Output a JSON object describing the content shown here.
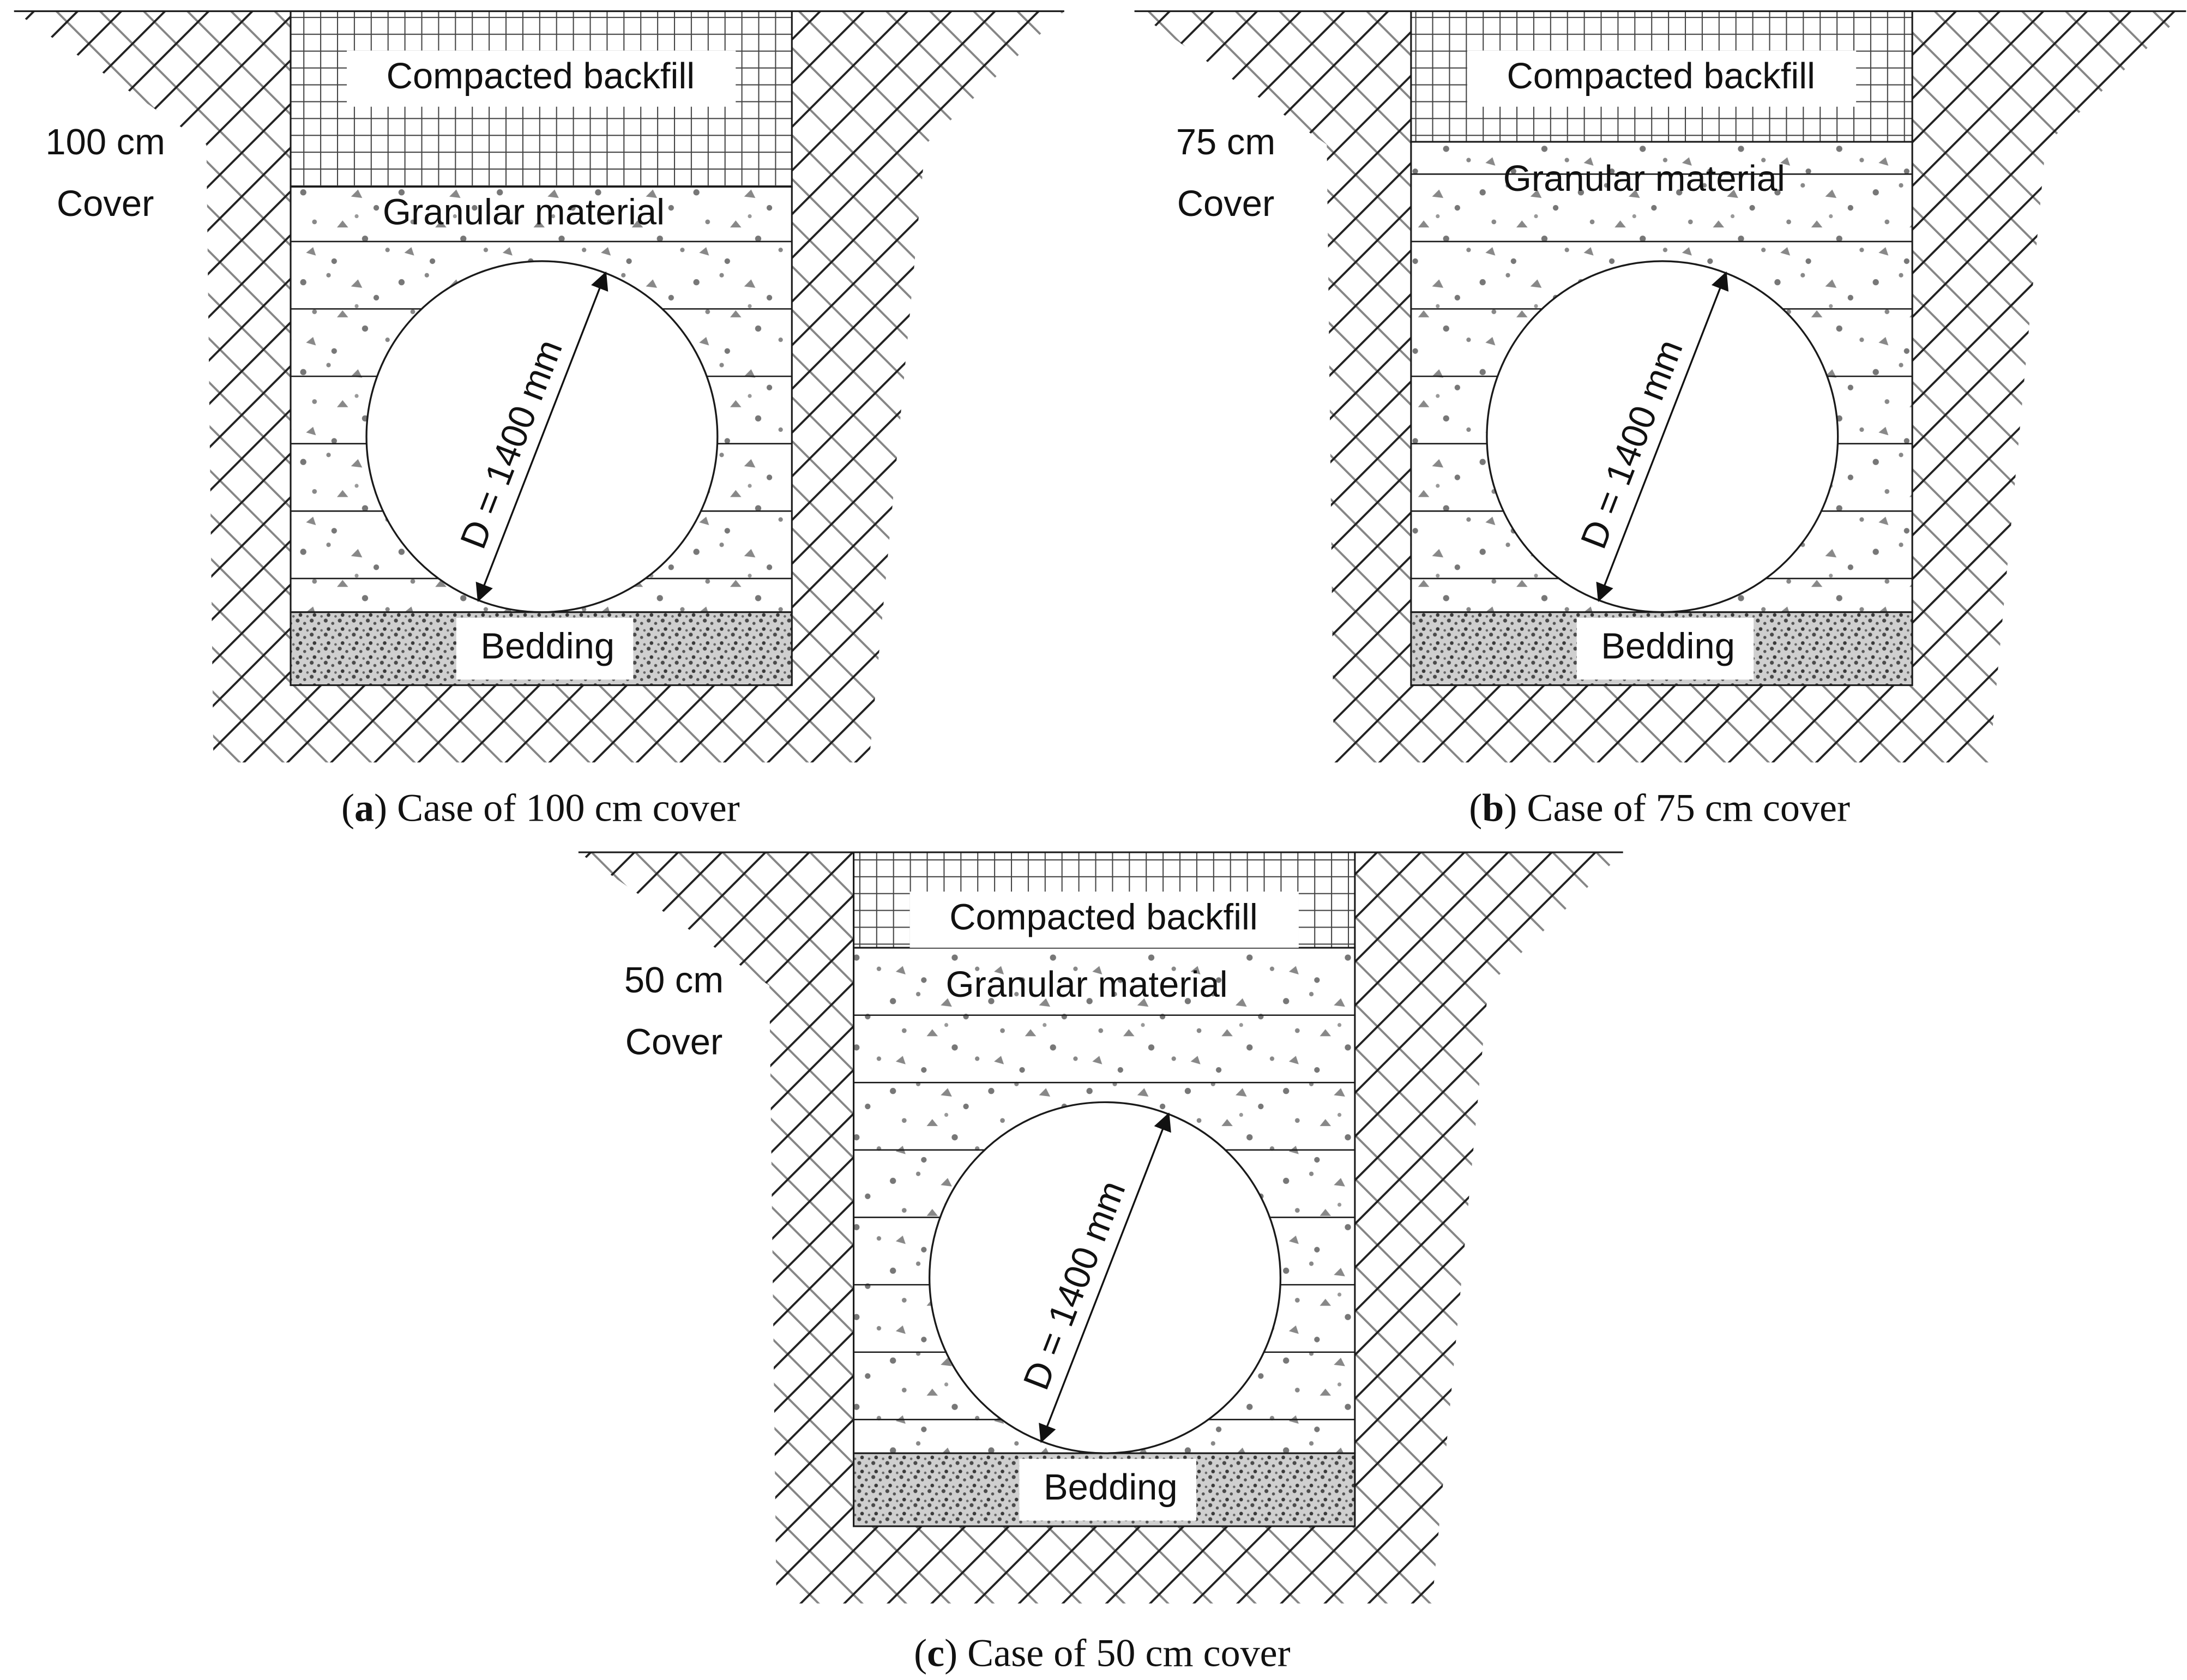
{
  "colors": {
    "line": "#1a1a1a",
    "soil_hatch": "#222222",
    "label_box": "#ffffff"
  },
  "panels": [
    {
      "id": "a",
      "cover_value": "100 cm",
      "cover_word": "Cover",
      "backfill_label": "Compacted backfill",
      "granular_label": "Granular material",
      "bedding_label": "Bedding",
      "diameter_label": "D = 1400 mm",
      "caption_letter": "a",
      "caption_text": ") Case of 100 cm cover"
    },
    {
      "id": "b",
      "cover_value": "75 cm",
      "cover_word": "Cover",
      "backfill_label": "Compacted backfill",
      "granular_label": "Granular material",
      "bedding_label": "Bedding",
      "diameter_label": "D = 1400 mm",
      "caption_letter": "b",
      "caption_text": ") Case of 75 cm cover"
    },
    {
      "id": "c",
      "cover_value": "50 cm",
      "cover_word": "Cover",
      "backfill_label": "Compacted backfill",
      "granular_label": "Granular material",
      "bedding_label": "Bedding",
      "diameter_label": "D = 1400 mm",
      "caption_letter": "c",
      "caption_text": ") Case of 50 cm cover"
    }
  ]
}
